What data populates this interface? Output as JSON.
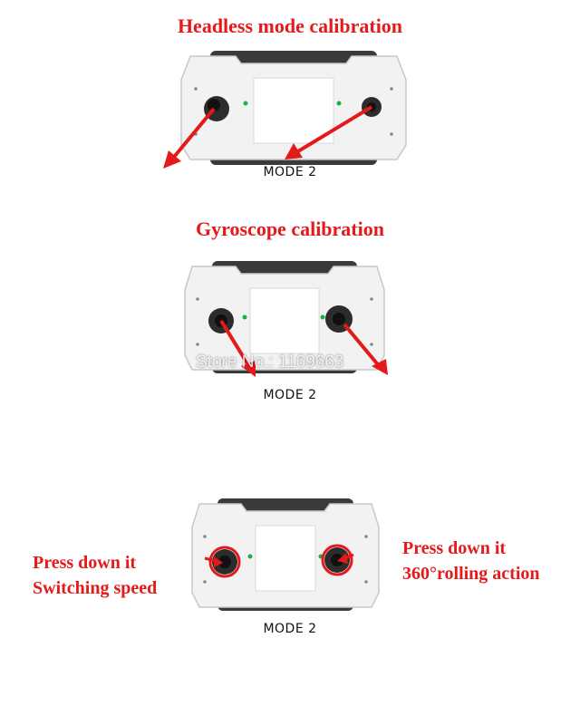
{
  "sections": [
    {
      "title": "Headless mode calibration",
      "mode_label": "MODE 2",
      "stick_direction": "both sticks pushed down-left"
    },
    {
      "title": "Gyroscope calibration",
      "mode_label": "MODE 2",
      "stick_direction": "both sticks pushed down-right"
    },
    {
      "title": "",
      "mode_label": "MODE 2",
      "callout_left": {
        "line1": "Press down it",
        "line2": "Switching speed"
      },
      "callout_right": {
        "line1": "Press down it",
        "line2": "360°rolling action"
      }
    }
  ],
  "watermark": "Store No.: 1169663",
  "colors": {
    "accent_red": "#e41a1a",
    "controller_body": "#f2f2f2",
    "grip": "#3a3a3a",
    "led": "#1cb04a"
  }
}
